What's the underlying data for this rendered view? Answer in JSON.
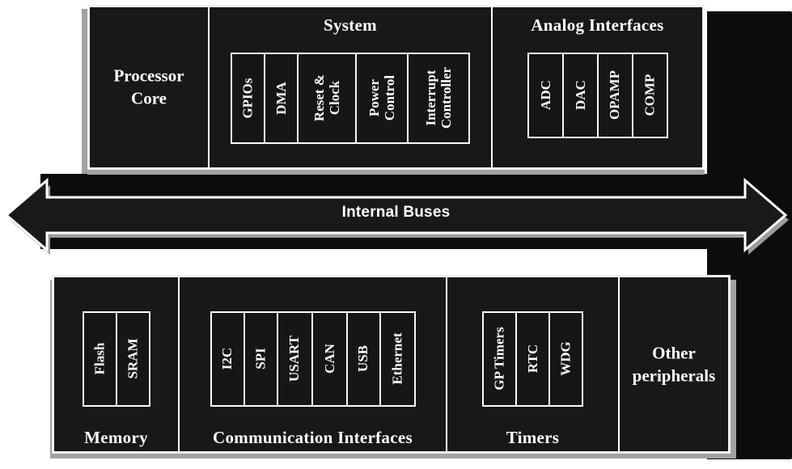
{
  "top_block": {
    "processor_core_label": "Processor\nCore",
    "system": {
      "title": "System",
      "modules": [
        "GPIOs",
        "DMA",
        "Reset &\nClock",
        "Power\nControl",
        "Interrupt\nController"
      ]
    },
    "analog": {
      "title": "Analog Interfaces",
      "modules": [
        "ADC",
        "DAC",
        "OPAMP",
        "COMP"
      ]
    }
  },
  "bus": {
    "label": "Internal Buses"
  },
  "bottom_block": {
    "sections": [
      {
        "title": "Memory",
        "modules": [
          "Flash",
          "SRAM"
        ]
      },
      {
        "title": "Communication Interfaces",
        "modules": [
          "I2C",
          "SPI",
          "USART",
          "CAN",
          "USB",
          "Ethernet"
        ]
      },
      {
        "title": "Timers",
        "modules": [
          "GP Timers",
          "RTC",
          "WDG"
        ]
      },
      {
        "title": "Other\nperipherals",
        "modules": []
      }
    ]
  },
  "colors": {
    "canvas": "#ffffff",
    "dark_background": "#0d0d0d",
    "block_fill": "#181818",
    "block_border": "#f2f2f2",
    "shadow_gray": "#a2a2a2",
    "text": "#ffffff"
  }
}
